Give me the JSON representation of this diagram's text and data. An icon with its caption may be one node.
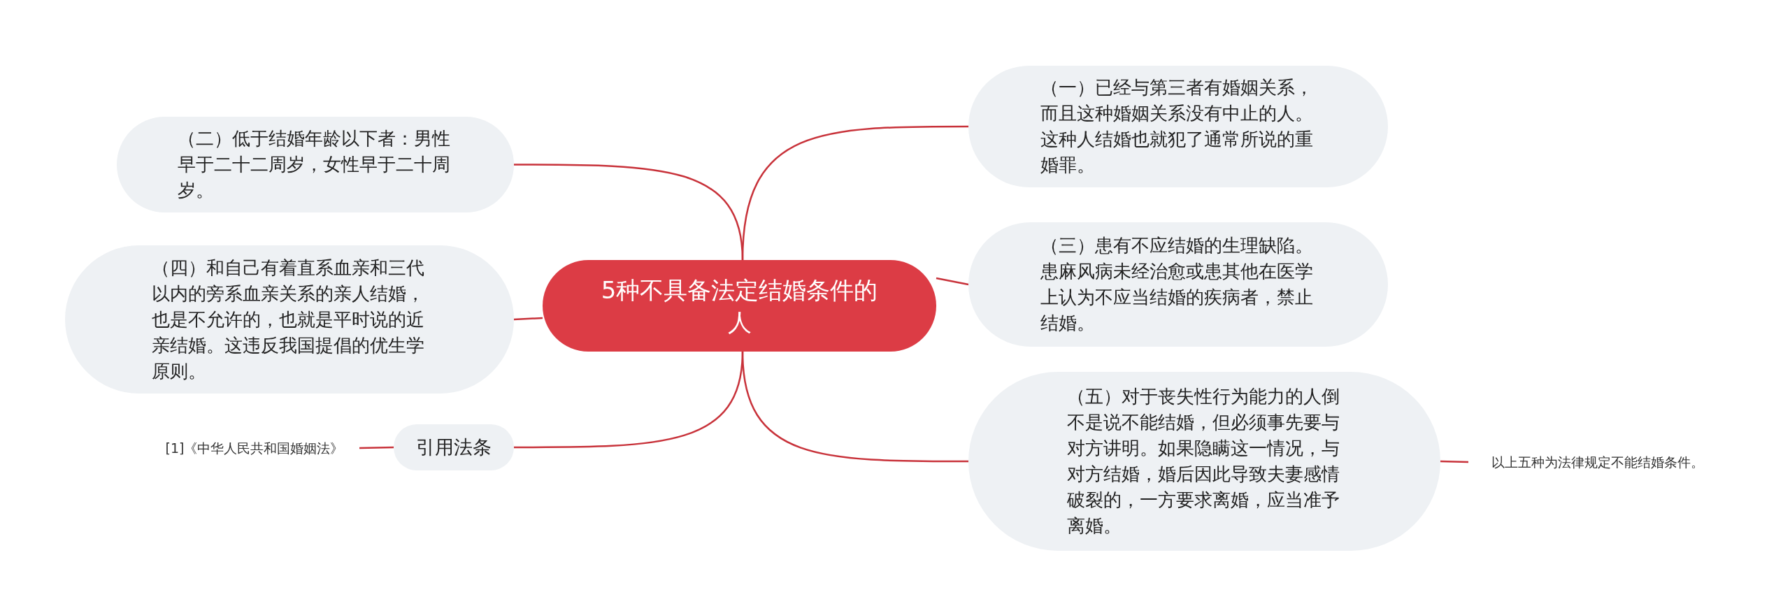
{
  "diagram": {
    "nodes": [
      {
        "text": [
          "5种不具备法定结婚条件的人"
        ]
      },
      {
        "text": [
          "（一）已经与第三者有婚姻关系，而且这种婚姻关系没有中止的人。这种人结婚也就犯了通常所说的重婚罪。"
        ]
      },
      {
        "text": [
          "（二）低于结婚年龄以下者：男性早于二十二周岁，女性早于二十周岁。"
        ]
      },
      {
        "text": [
          "（三）患有不应结婚的生理缺陷。患麻风病未经治愈或患其他在医学上认为不应当结婚的疾病者，禁止结婚。"
        ]
      },
      {
        "text": [
          "（四）和自己有着直系血亲和三代以内的旁系血亲关系的亲人结婚，也是不允许的，也就是平时说的近亲结婚。这违反我国提倡的优生学原则。"
        ]
      },
      {
        "text": [
          "（五）对于丧失性行为能力的人倒不是说不能结婚，但必须事先要与对方讲明。如果隐瞒这一情况，与对方结婚，婚后因此导致夫妻感情破裂的，一方要求离婚，应当准予离婚。"
        ]
      },
      {
        "text": [
          "引用法条"
        ]
      },
      {
        "text": [
          "[1]《中华人民共和国婚姻法》"
        ]
      },
      {
        "text": [
          "以上五种为法律规定不能结婚条件。"
        ]
      }
    ],
    "edges": [
      {
        "from": 0,
        "to": 1,
        "arrow": "none"
      },
      {
        "from": 0,
        "to": 2,
        "arrow": "none"
      },
      {
        "from": 0,
        "to": 3,
        "arrow": "none"
      },
      {
        "from": 0,
        "to": 4,
        "arrow": "none"
      },
      {
        "from": 0,
        "to": 5,
        "arrow": "none"
      },
      {
        "from": 0,
        "to": 6,
        "arrow": "none"
      },
      {
        "from": 6,
        "to": 7,
        "arrow": "none"
      },
      {
        "from": 5,
        "to": 8,
        "arrow": "none"
      }
    ]
  }
}
